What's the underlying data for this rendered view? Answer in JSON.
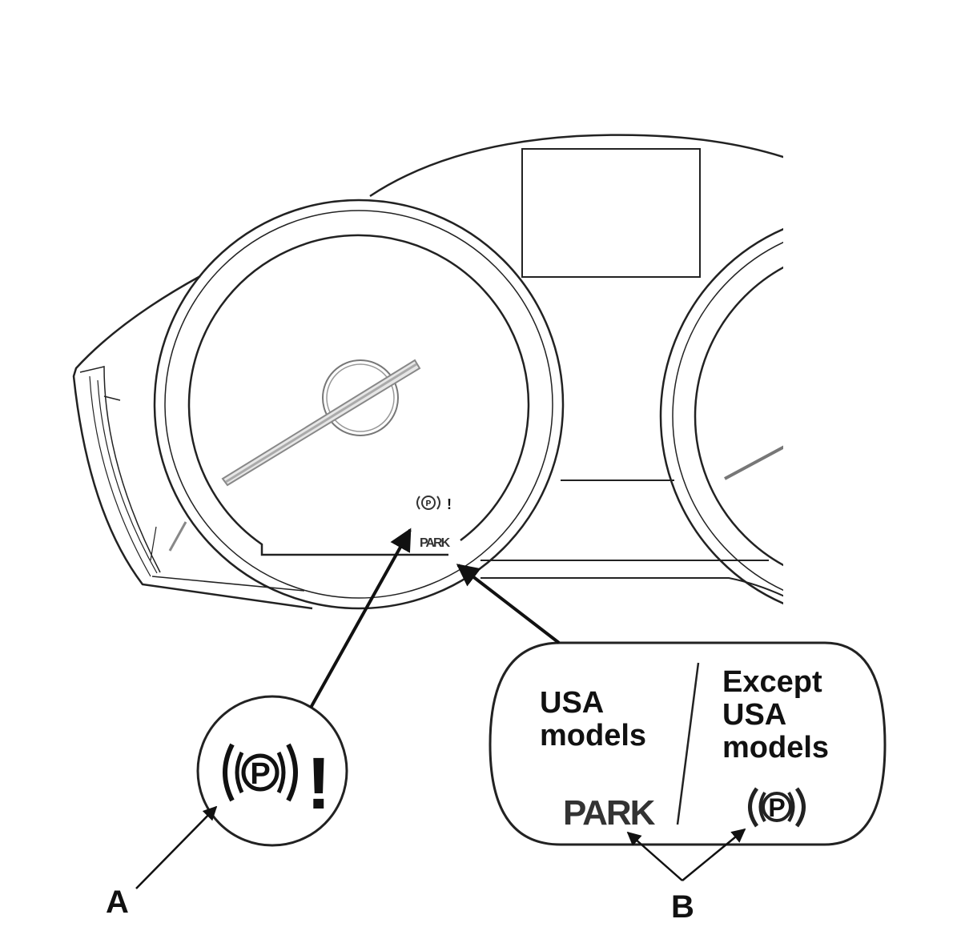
{
  "callouts": {
    "a_letter": "A",
    "b_letter": "B"
  },
  "gauge_text": {
    "small_park": "PARK"
  },
  "inset_b": {
    "usa_line1": "USA",
    "usa_line2": "models",
    "except_line1": "Except",
    "except_line2": "USA",
    "except_line3": "models",
    "park_label": "PARK"
  },
  "icons": {
    "brake_p_letter": "P",
    "brake_exclaim": "!",
    "inset_p_letter": "P",
    "gauge_p_letter": "P",
    "gauge_exclaim": "!"
  },
  "colors": {
    "line": "#222222",
    "light_line": "#555555",
    "text": "#111111"
  }
}
